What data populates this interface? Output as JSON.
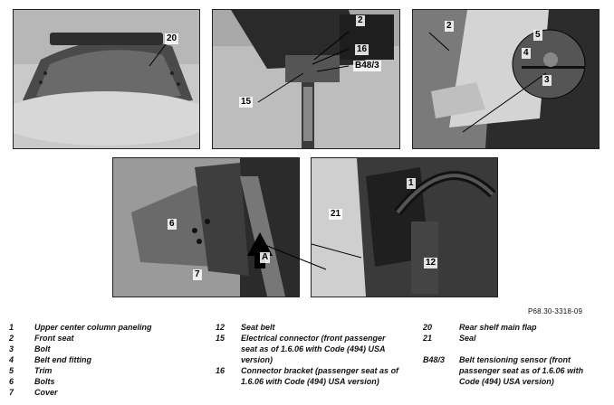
{
  "figure_ref": "P68.30-3318-09",
  "photos": {
    "p1": {
      "callouts": [
        "20"
      ]
    },
    "p2": {
      "callouts": [
        "2",
        "16",
        "B48/3",
        "15"
      ]
    },
    "p3": {
      "callouts": [
        "2",
        "5",
        "4",
        "3"
      ]
    },
    "p4": {
      "callouts": [
        "6",
        "7",
        "A"
      ]
    },
    "p5": {
      "callouts": [
        "1",
        "21",
        "12"
      ]
    }
  },
  "legend": {
    "col1": [
      {
        "num": "1",
        "text": "Upper center column paneling"
      },
      {
        "num": "2",
        "text": "Front seat"
      },
      {
        "num": "3",
        "text": "Bolt"
      },
      {
        "num": "4",
        "text": "Belt end fitting"
      },
      {
        "num": "5",
        "text": "Trim"
      },
      {
        "num": "6",
        "text": "Bolts"
      },
      {
        "num": "7",
        "text": "Cover"
      }
    ],
    "col2": [
      {
        "num": "12",
        "text": "Seat belt"
      },
      {
        "num": "15",
        "text": "Electrical connector (front passenger seat as of 1.6.06 with Code (494) USA version)"
      },
      {
        "num": "16",
        "text": "Connector bracket (passenger seat as of 1.6.06 with Code (494) USA version)"
      }
    ],
    "col3": [
      {
        "num": "20",
        "text": "Rear shelf main flap"
      },
      {
        "num": "21",
        "text": "Seal"
      },
      {
        "num": "B48/3",
        "text": "Belt tensioning sensor (front passenger seat as of 1.6.06 with Code (494) USA version)"
      }
    ]
  }
}
